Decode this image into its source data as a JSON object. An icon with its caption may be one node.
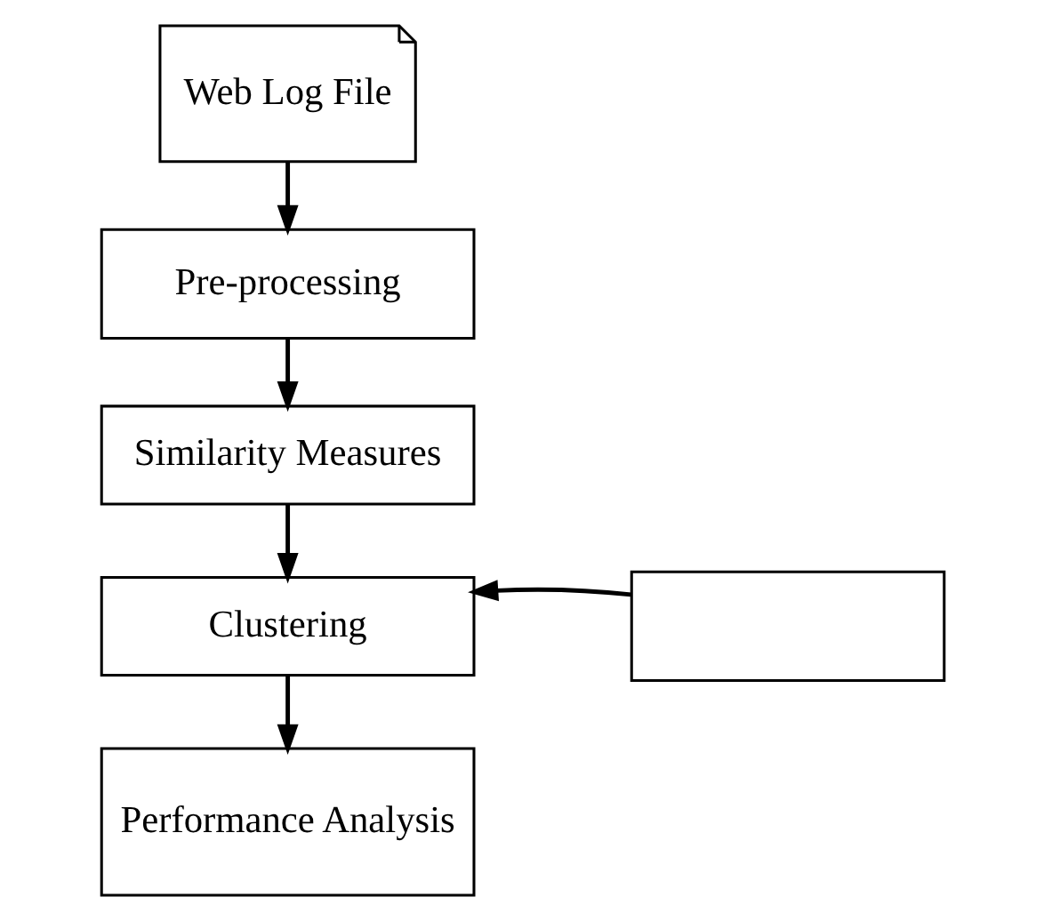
{
  "diagram": {
    "nodes": [
      {
        "text": [
          "Web Log File"
        ]
      },
      {
        "text": [
          "Pre-processing"
        ]
      },
      {
        "text": [
          "Similarity Measures"
        ]
      },
      {
        "text": [
          "Clustering"
        ]
      },
      {
        "text": [],
        "shape": "box"
      },
      {
        "text": [
          "Performance Analysis"
        ]
      }
    ],
    "edges": [
      {
        "from": 0,
        "to": 1,
        "arrow": "to"
      },
      {
        "from": 1,
        "to": 2,
        "arrow": "to"
      },
      {
        "from": 2,
        "to": 3,
        "arrow": "to"
      },
      {
        "from": 4,
        "to": 3,
        "arrow": "to"
      },
      {
        "from": 3,
        "to": 5,
        "arrow": "to"
      }
    ]
  }
}
